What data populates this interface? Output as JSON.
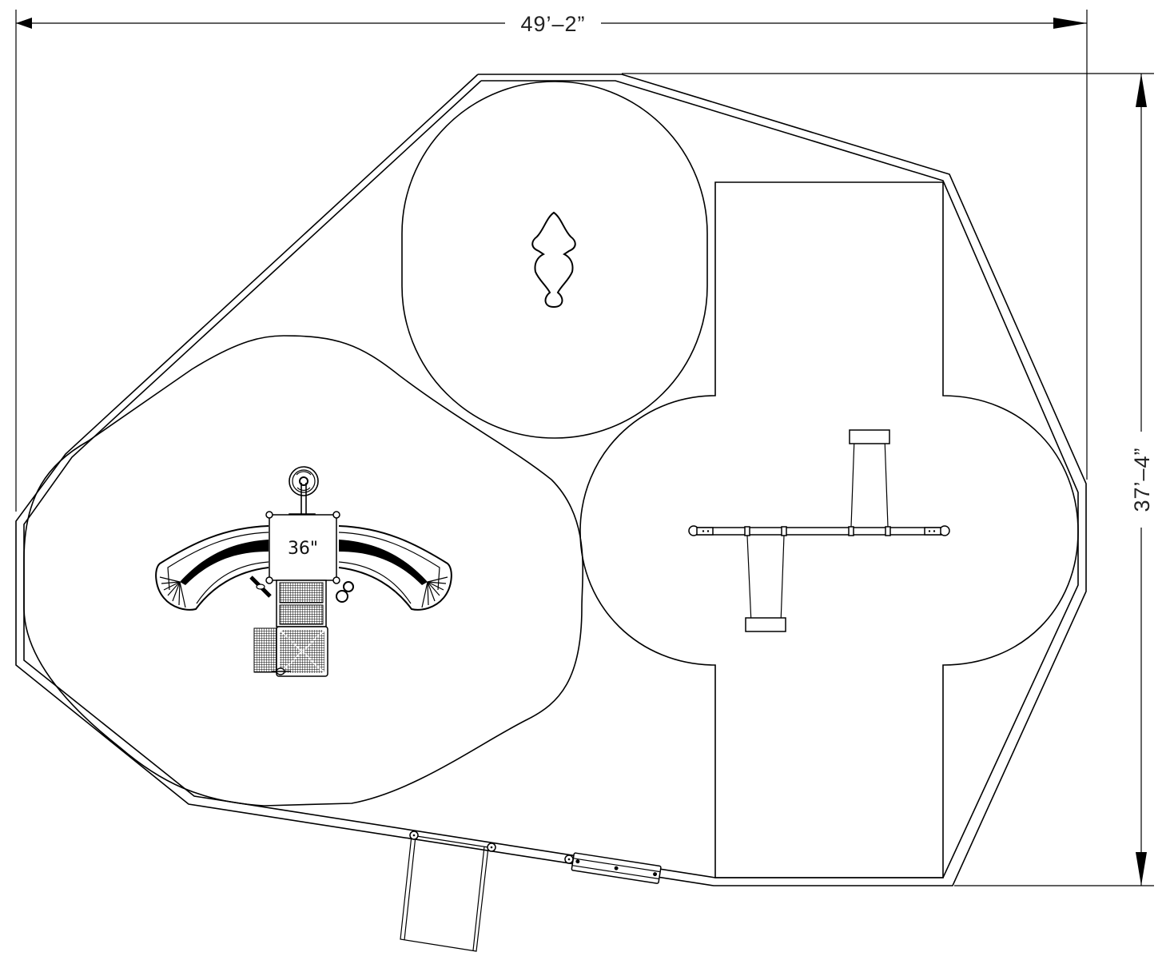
{
  "drawing": {
    "type": "playground-site-plan",
    "colors": {
      "line": "#000000",
      "background": "#ffffff",
      "dimension_text": "#222222"
    }
  },
  "dimensions": {
    "width_label": "49’–2”",
    "height_label": "37’–4”"
  },
  "equipment": {
    "play_structure": {
      "deck_height_label": "36\"",
      "components": [
        "spiral-climber",
        "left-curved-slide",
        "right-curved-slide",
        "steering-wheel-panel",
        "ring-grab-handles",
        "transfer-stairs",
        "platform-deck"
      ]
    },
    "spring_rider": {
      "name": "spring rider"
    },
    "swing_set": {
      "name": "two-bay swing set",
      "seats": 2
    },
    "entry_ramp": {
      "name": "border entry ramp"
    },
    "border_connector": {
      "name": "border connector plate"
    }
  },
  "zones": [
    {
      "name": "play-structure-use-zone"
    },
    {
      "name": "spring-rider-use-zone"
    },
    {
      "name": "swing-use-zone"
    }
  ]
}
